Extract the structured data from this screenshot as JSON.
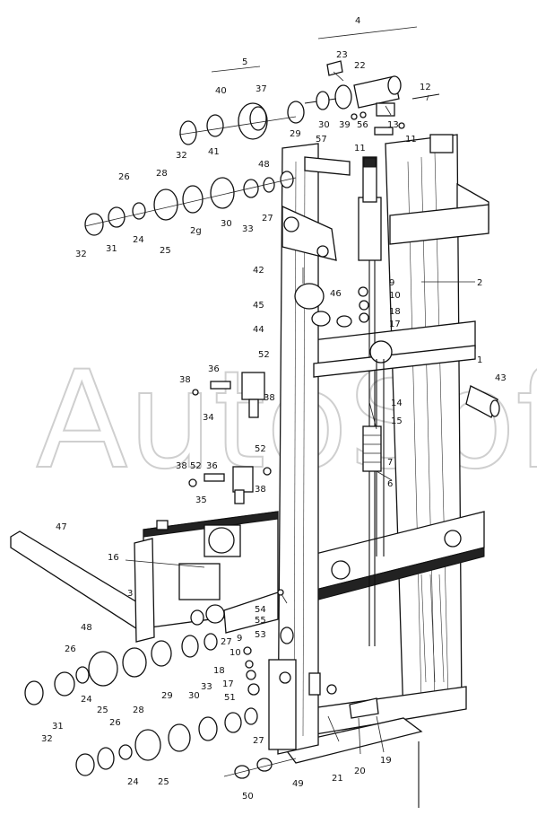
{
  "watermark": "AutoSoft",
  "callouts": [
    {
      "id": "4"
    },
    {
      "id": "5"
    },
    {
      "id": "23"
    },
    {
      "id": "22"
    },
    {
      "id": "12"
    },
    {
      "id": "40"
    },
    {
      "id": "37"
    },
    {
      "id": "29"
    },
    {
      "id": "30"
    },
    {
      "id": "39"
    },
    {
      "id": "56"
    },
    {
      "id": "13"
    },
    {
      "id": "32"
    },
    {
      "id": "41"
    },
    {
      "id": "57"
    },
    {
      "id": "11"
    },
    {
      "id": "11b"
    },
    {
      "id": "48"
    },
    {
      "id": "26"
    },
    {
      "id": "28"
    },
    {
      "id": "27"
    },
    {
      "id": "33"
    },
    {
      "id": "30b"
    },
    {
      "id": "29g"
    },
    {
      "id": "24"
    },
    {
      "id": "25"
    },
    {
      "id": "31"
    },
    {
      "id": "32b"
    },
    {
      "id": "42"
    },
    {
      "id": "2"
    },
    {
      "id": "9"
    },
    {
      "id": "10"
    },
    {
      "id": "18"
    },
    {
      "id": "17"
    },
    {
      "id": "45"
    },
    {
      "id": "46"
    },
    {
      "id": "44"
    },
    {
      "id": "52"
    },
    {
      "id": "1"
    },
    {
      "id": "38"
    },
    {
      "id": "36"
    },
    {
      "id": "38b"
    },
    {
      "id": "43"
    },
    {
      "id": "34"
    },
    {
      "id": "14"
    },
    {
      "id": "15"
    },
    {
      "id": "52b"
    },
    {
      "id": "7"
    },
    {
      "id": "38c"
    },
    {
      "id": "52c"
    },
    {
      "id": "36b"
    },
    {
      "id": "6"
    },
    {
      "id": "38d"
    },
    {
      "id": "35"
    },
    {
      "id": "47"
    },
    {
      "id": "16"
    },
    {
      "id": "3"
    },
    {
      "id": "54"
    },
    {
      "id": "55"
    },
    {
      "id": "48b"
    },
    {
      "id": "53"
    },
    {
      "id": "26b"
    },
    {
      "id": "27b"
    },
    {
      "id": "9b"
    },
    {
      "id": "10b"
    },
    {
      "id": "33b"
    },
    {
      "id": "18b"
    },
    {
      "id": "17b"
    },
    {
      "id": "51"
    },
    {
      "id": "24b"
    },
    {
      "id": "29b"
    },
    {
      "id": "30c"
    },
    {
      "id": "25b"
    },
    {
      "id": "28b"
    },
    {
      "id": "31b"
    },
    {
      "id": "26c"
    },
    {
      "id": "32c"
    },
    {
      "id": "27c"
    },
    {
      "id": "24c"
    },
    {
      "id": "25c"
    },
    {
      "id": "49"
    },
    {
      "id": "50"
    },
    {
      "id": "21"
    },
    {
      "id": "20"
    },
    {
      "id": "19"
    }
  ],
  "labels": {
    "4": "4",
    "5": "5",
    "23": "23",
    "22": "22",
    "12": "12",
    "40": "40",
    "37": "37",
    "29": "29",
    "30": "30",
    "39": "39",
    "56": "56",
    "13": "13",
    "32": "32",
    "41": "41",
    "57": "57",
    "11": "11",
    "11b": "11",
    "48": "48",
    "26": "26",
    "28": "28",
    "27": "27",
    "33": "33",
    "30b": "30",
    "29g": "2g",
    "24": "24",
    "25": "25",
    "31": "31",
    "32b": "32",
    "42": "42",
    "2": "2",
    "9": "9",
    "10": "10",
    "18": "18",
    "17": "17",
    "45": "45",
    "46": "46",
    "44": "44",
    "52": "52",
    "1": "1",
    "38": "38",
    "36": "36",
    "38b": "38",
    "43": "43",
    "34": "34",
    "14": "14",
    "15": "15",
    "52b": "52",
    "7": "7",
    "38c": "38",
    "52c": "52",
    "36b": "36",
    "6": "6",
    "38d": "38",
    "35": "35",
    "47": "47",
    "16": "16",
    "3": "3",
    "54": "54",
    "55": "55",
    "48b": "48",
    "53": "53",
    "26b": "26",
    "27b": "27",
    "9b": "9",
    "10b": "10",
    "33b": "33",
    "18b": "18",
    "17b": "17",
    "51": "51",
    "24b": "24",
    "29b": "29",
    "30c": "30",
    "25b": "25",
    "28b": "28",
    "31b": "31",
    "26c": "26",
    "32c": "32",
    "27c": "27",
    "24c": "24",
    "25c": "25",
    "49": "49",
    "50": "50",
    "21": "21",
    "20": "20",
    "19": "19"
  }
}
